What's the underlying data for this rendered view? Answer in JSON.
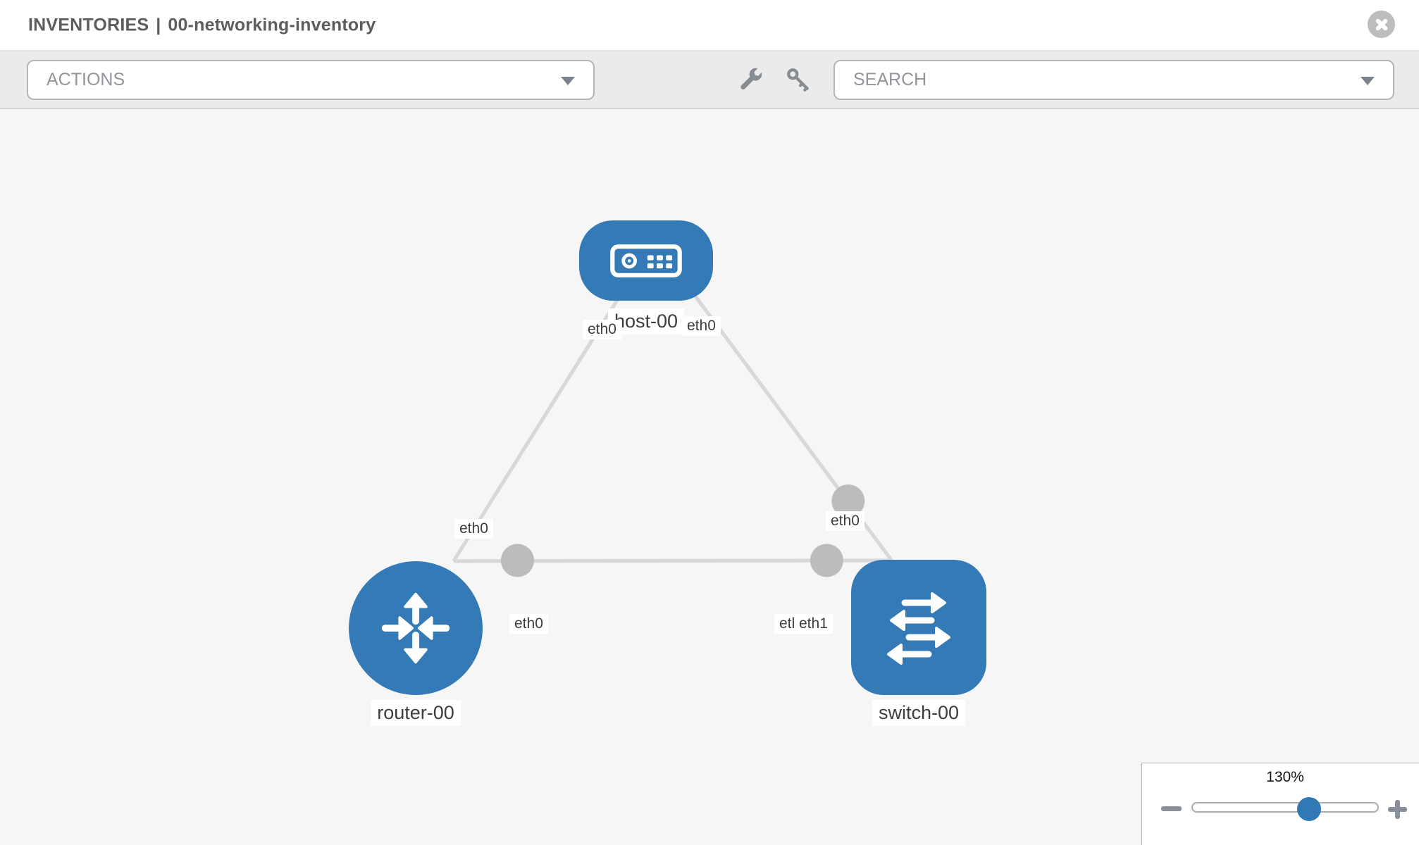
{
  "header": {
    "breadcrumb_section": "INVENTORIES",
    "separator": "|",
    "inventory_name": "00-networking-inventory"
  },
  "toolbar": {
    "actions_dropdown": {
      "placeholder": "ACTIONS"
    },
    "search_dropdown": {
      "placeholder": "SEARCH"
    },
    "icons": [
      "wrench-icon",
      "key-icon"
    ]
  },
  "colors": {
    "node_blue": "#337ab7",
    "link_gray": "#d8d8d8",
    "connector_gray": "#bcbcbc",
    "canvas_bg": "#f6f6f6",
    "toolbar_bg": "#ebebeb"
  },
  "topology": {
    "nodes": [
      {
        "id": "host-00",
        "type": "host",
        "label": "host-00"
      },
      {
        "id": "router-00",
        "type": "router",
        "label": "router-00"
      },
      {
        "id": "switch-00",
        "type": "switch",
        "label": "switch-00"
      }
    ],
    "links": [
      {
        "from": "host-00",
        "to": "router-00"
      },
      {
        "from": "host-00",
        "to": "switch-00"
      },
      {
        "from": "router-00",
        "to": "switch-00"
      }
    ],
    "interface_labels": [
      {
        "text": "eth0"
      },
      {
        "text": "eth0"
      },
      {
        "text": "eth0"
      },
      {
        "text": "eth0"
      },
      {
        "text": "eth0"
      },
      {
        "text": "eth0"
      },
      {
        "text": "eth1"
      }
    ]
  },
  "zoom_control": {
    "level": "130%"
  }
}
